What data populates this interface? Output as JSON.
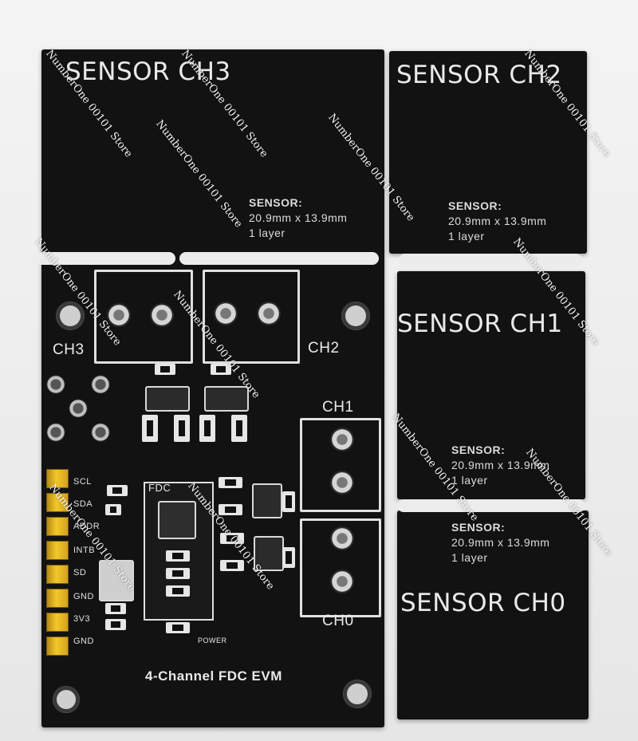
{
  "board": {
    "title": "4-Channel FDC EVM",
    "power_label": "POWER",
    "fdc_label": "FDC"
  },
  "sensors": [
    {
      "id": "ch3",
      "label": "SENSOR CH3"
    },
    {
      "id": "ch2",
      "label": "SENSOR CH2"
    },
    {
      "id": "ch1",
      "label": "SENSOR CH1"
    },
    {
      "id": "ch0",
      "label": "SENSOR CH0"
    }
  ],
  "sensor_spec": {
    "heading": "SENSOR:",
    "size": "20.9mm x 13.9mm",
    "layers": "1 layer"
  },
  "connectors": {
    "ch3": "CH3",
    "ch2": "CH2",
    "ch1": "CH1",
    "ch0": "CH0"
  },
  "header_pins": [
    "SCL",
    "SDA",
    "ADDR",
    "INTB",
    "SD",
    "GND",
    "3V3",
    "GND"
  ],
  "watermark": "NumberOne 00101 Store",
  "colors": {
    "pcb": "#121212",
    "silkscreen": "#e9e9e9",
    "header_gold": "#f2c82a",
    "background": "#eeeeee"
  }
}
